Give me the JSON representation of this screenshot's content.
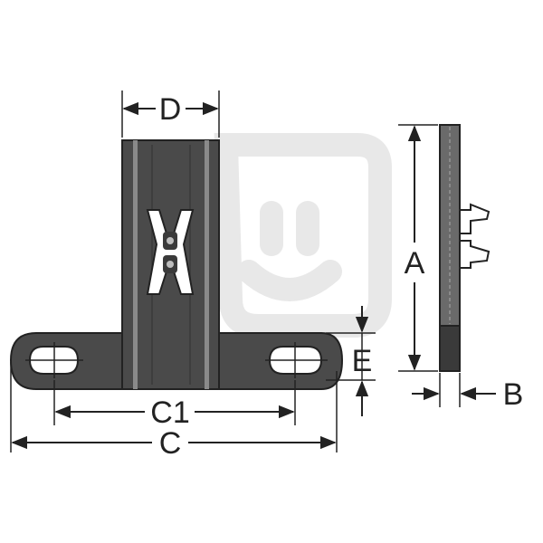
{
  "labels": {
    "D": "D",
    "A": "A",
    "B": "B",
    "E": "E",
    "C1": "C1",
    "C": "C"
  },
  "colors": {
    "part_fill": "#4a4a4a",
    "part_dark": "#2c2c2c",
    "part_light": "#7a7a7a",
    "slot_fill": "#ffffff",
    "line": "#222222",
    "watermark": "#e6e6e6"
  }
}
